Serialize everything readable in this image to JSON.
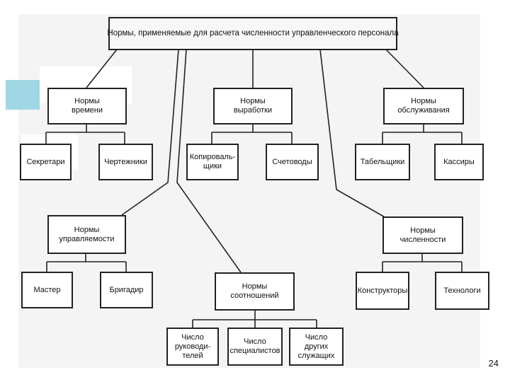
{
  "diagram": {
    "root": "Нормы, применяемые для расчета численности управленческого персонала",
    "norms_time": "Нормы\nвремени",
    "norms_output": "Нормы\nвыработки",
    "norms_service": "Нормы\nобслуживания",
    "secretaries": "Секретари",
    "draftsmen": "Чертежники",
    "copyists": "Копироваль-\nщики",
    "accountants": "Счетоводы",
    "timekeepers": "Табельщики",
    "cashiers": "Кассиры",
    "norms_control": "Нормы\nуправляемости",
    "norms_ratio": "Нормы\nсоотношений",
    "norms_headcount": "Нормы\nчисленности",
    "master": "Мастер",
    "brigadier": "Бригадир",
    "designers": "Конструкторы",
    "technologists": "Технологи",
    "managers_count": "Число\nруководи-\nтелей",
    "specialists_count": "Число\nспециалистов",
    "other_staff_count": "Число\nдругих\nслужащих"
  },
  "page_number": "24"
}
